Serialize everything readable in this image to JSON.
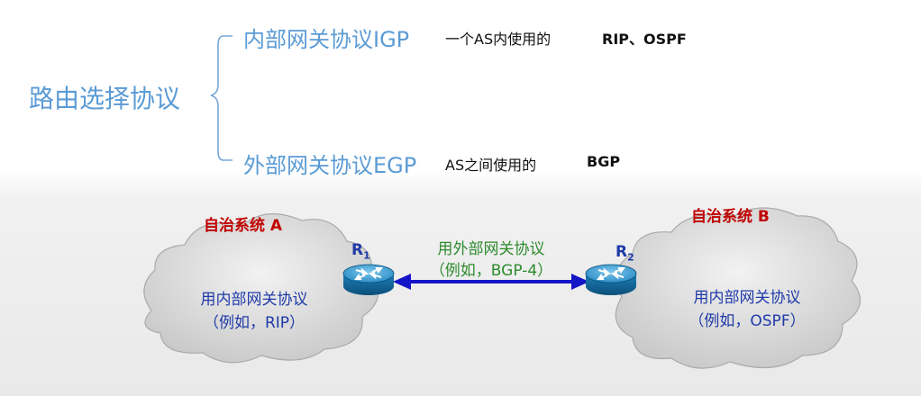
{
  "classification": {
    "root": "路由选择协议",
    "igp": {
      "label": "内部网关协议IGP",
      "desc": "一个AS内使用的",
      "examples": "RIP、OSPF"
    },
    "egp": {
      "label": "外部网关协议EGP",
      "desc": "AS之间使用的",
      "examples": "BGP"
    }
  },
  "diagram": {
    "as_a": {
      "title": "自治系统 A",
      "line1": "用内部网关协议",
      "line2": "（例如，RIP）"
    },
    "as_b": {
      "title": "自治系统 B",
      "line1": "用内部网关协议",
      "line2": "（例如，OSPF）"
    },
    "link": {
      "line1": "用外部网关协议",
      "line2": "（例如，BGP-4）"
    },
    "r1": {
      "name": "R",
      "sub": "1"
    },
    "r2": {
      "name": "R",
      "sub": "2"
    }
  },
  "colors": {
    "accent": "#5b9bd5",
    "as_title": "#c00000",
    "cloud_text": "#1f3aa8",
    "link_text": "#2e8b2e",
    "arrow": "#1515c8"
  }
}
